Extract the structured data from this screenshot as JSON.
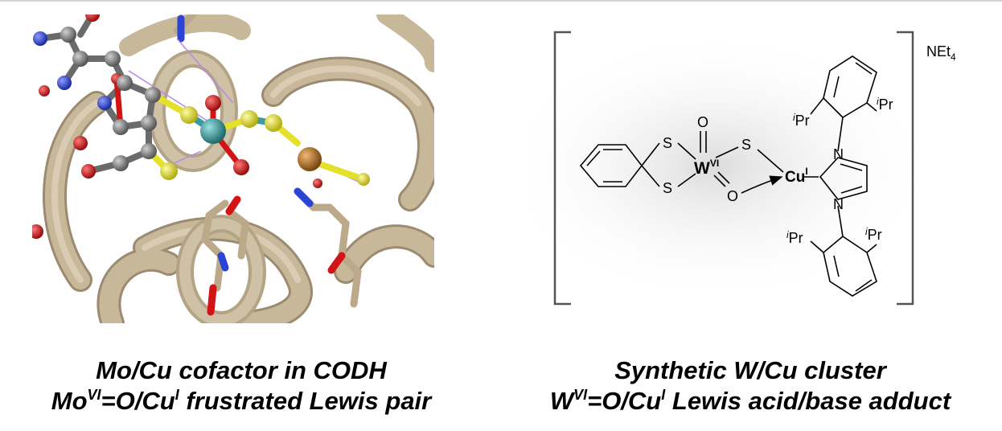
{
  "left_caption": {
    "line1": "Mo/Cu cofactor in CODH",
    "line2": {
      "m1": "Mo",
      "sup1": "VI",
      "m2": "=O/Cu",
      "sup2": "I",
      "m3": " frustrated Lewis pair"
    }
  },
  "right_caption": {
    "line1": "Synthetic W/Cu cluster",
    "line2": {
      "m1": "W",
      "sup1": "VI",
      "m2": "=O/Cu",
      "sup2": "I",
      "m3": " Lewis acid/base adduct"
    }
  },
  "structure_labels": {
    "counterion": "NEt",
    "counterion_sub": "4",
    "tungsten": "W",
    "tungsten_ox": "VI",
    "copper": "Cu",
    "copper_ox": "I",
    "sulfur": "S",
    "oxygen": "O",
    "nitrogen": "N",
    "isopropyl_sup": "i",
    "isopropyl": "Pr"
  },
  "colors": {
    "ribbon": "#c8b89a",
    "ribbon_dark": "#9c8b70",
    "carbon": "#7a7a7a",
    "oxygen": "#d21414",
    "nitrogen": "#2b44d6",
    "sulfur": "#e5e02a",
    "molybdenum": "#3e9a9c",
    "copper": "#b5721f",
    "interaction_line": "#b58ae6"
  }
}
